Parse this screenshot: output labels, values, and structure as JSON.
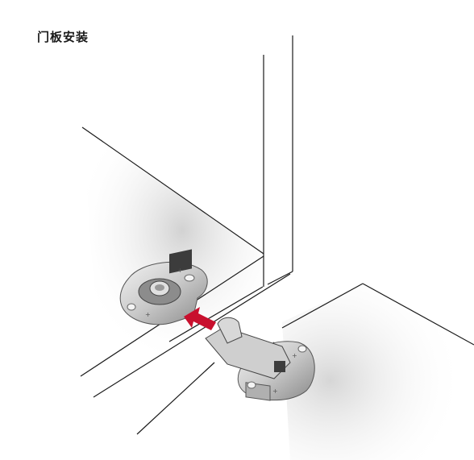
{
  "header": {
    "title": "门板安装"
  },
  "colors": {
    "line": "#1a1a1a",
    "metal_light": "#e6e6e6",
    "metal_mid": "#b9b9b9",
    "metal_dark": "#6e6e6e",
    "arrow": "#c8102e",
    "shade": "#d4d4d4"
  },
  "diagram": {
    "parts": [
      {
        "id": "cabinet-side-panel",
        "icon": "panel"
      },
      {
        "id": "door-panel",
        "icon": "panel"
      },
      {
        "id": "hinge-mounting-plate",
        "icon": "hinge-plate"
      },
      {
        "id": "hinge-cup-arm",
        "icon": "hinge-arm"
      },
      {
        "id": "insert-direction-arrow",
        "icon": "arrow-icon"
      }
    ]
  }
}
